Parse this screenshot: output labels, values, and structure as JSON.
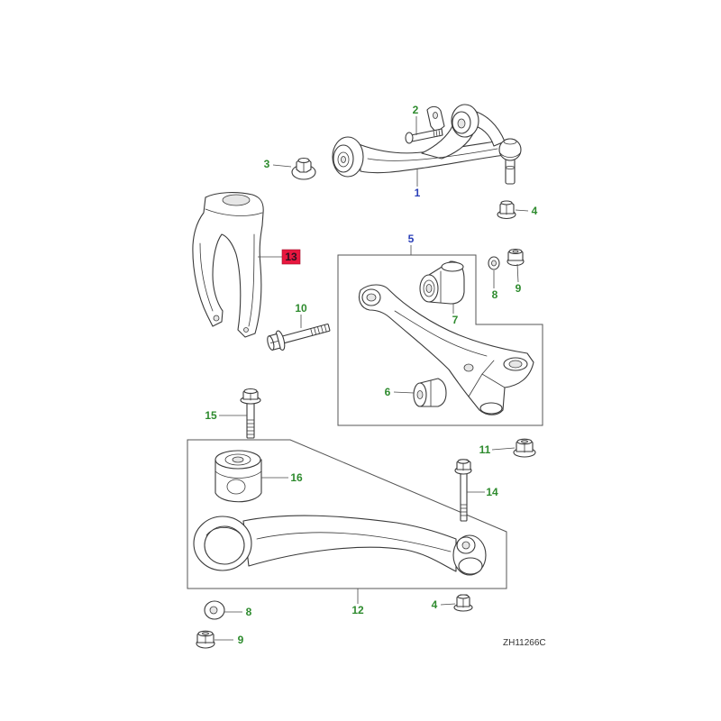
{
  "colors": {
    "callout_green": "#2e8b2e",
    "callout_blue": "#2a3fb8",
    "highlight_red": "#e8173f",
    "highlight_text": "#2b1020",
    "line": "#3a3a3a"
  },
  "callouts": [
    {
      "label": "1"
    },
    {
      "label": "2"
    },
    {
      "label": "3"
    },
    {
      "label": "4"
    },
    {
      "label": "5"
    },
    {
      "label": "13",
      "highlighted": true
    },
    {
      "label": "8"
    },
    {
      "label": "9"
    },
    {
      "label": "7"
    },
    {
      "label": "10"
    },
    {
      "label": "6"
    },
    {
      "label": "15"
    },
    {
      "label": "11"
    },
    {
      "label": "16"
    },
    {
      "label": "14"
    },
    {
      "label": "12"
    },
    {
      "label": "8"
    },
    {
      "label": "4"
    },
    {
      "label": "9"
    }
  ],
  "reference_code": "ZH11266C"
}
